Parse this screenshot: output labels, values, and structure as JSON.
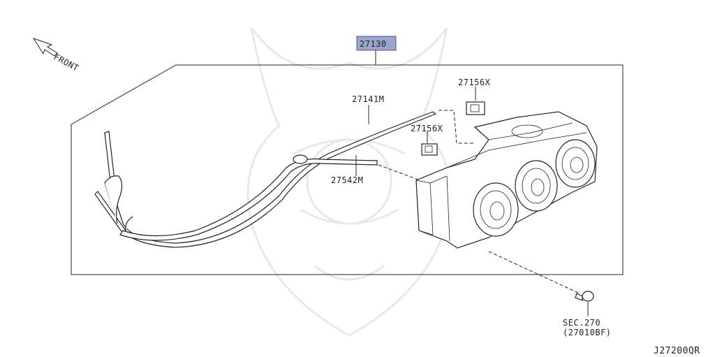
{
  "diagram": {
    "front_label": "FRONT",
    "main_part": "27130",
    "parts": {
      "cable_upper": "27141M",
      "cable_lower": "27542M",
      "clip_top": "27156X",
      "clip_mid": "27156X"
    },
    "sec_ref": {
      "line1": "SEC.270",
      "line2": "(27010BF)"
    },
    "diagram_code": "J27200QR",
    "colors": {
      "callout_fill": "#9aa6c9",
      "line": "#222222"
    }
  }
}
